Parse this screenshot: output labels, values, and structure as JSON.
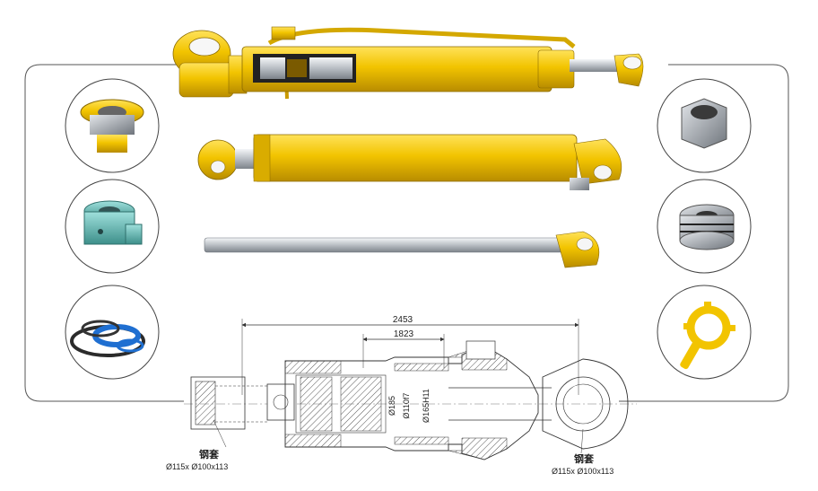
{
  "palette": {
    "cylinder_yellow": "#f2c400",
    "cylinder_yellow_dark": "#c99a00",
    "chrome": "#cfd3d8",
    "teal": "#5fb8b3",
    "steel": "#9aa0a6",
    "seal_blue": "#1f6fd1",
    "seal_dark": "#2b2b2b",
    "hatch": "#444444",
    "frame": "#555555"
  },
  "drawing": {
    "overall_length": "2453",
    "stroke_length": "1823",
    "bore_label_1": "Ø185",
    "bore_label_2": "Ø110f7",
    "bore_label_3": "Ø165H11"
  },
  "bushing_left": {
    "label": "钢套",
    "size": "Ø115x Ø100x113"
  },
  "bushing_right": {
    "label": "钢套",
    "size": "Ø115x Ø100x113"
  },
  "parts": {
    "left": [
      "cylinder-head-flange-icon",
      "teal-cylinder-head-icon",
      "seal-kit-icon"
    ],
    "right": [
      "gland-nut-icon",
      "piston-icon",
      "spanner-tool-icon"
    ]
  }
}
